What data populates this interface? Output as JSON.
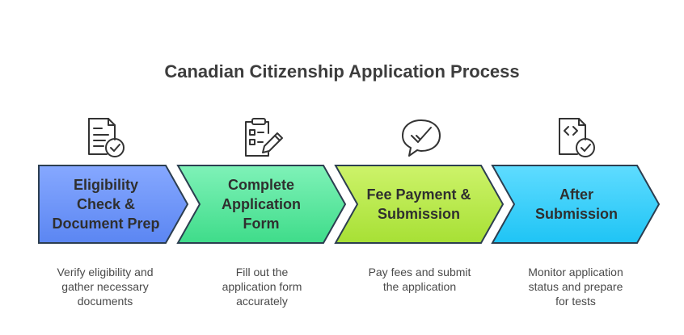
{
  "title": "Canadian Citizenship Application Process",
  "steps": [
    {
      "label_lines": [
        "Eligibility",
        "Check &",
        "Document Prep"
      ],
      "description_lines": [
        "Verify eligibility and",
        "gather necessary",
        "documents"
      ],
      "icon": "document-check-icon",
      "color_from": "#86a8ff",
      "color_to": "#5b86f2"
    },
    {
      "label_lines": [
        "Complete",
        "Application",
        "Form"
      ],
      "description_lines": [
        "Fill out the",
        "application form",
        "accurately"
      ],
      "icon": "checklist-pencil-icon",
      "color_from": "#7ff2b8",
      "color_to": "#3fdc8a"
    },
    {
      "label_lines": [
        "Fee Payment &",
        "Submission"
      ],
      "description_lines": [
        "Pay fees and submit",
        "the application"
      ],
      "icon": "speech-check-icon",
      "color_from": "#cdf36a",
      "color_to": "#a7e035"
    },
    {
      "label_lines": [
        "After",
        "Submission"
      ],
      "description_lines": [
        "Monitor application",
        "status and prepare",
        "for tests"
      ],
      "icon": "code-document-check-icon",
      "color_from": "#5fdcff",
      "color_to": "#1fc4f5"
    }
  ],
  "stroke_color": "#2c3e50"
}
